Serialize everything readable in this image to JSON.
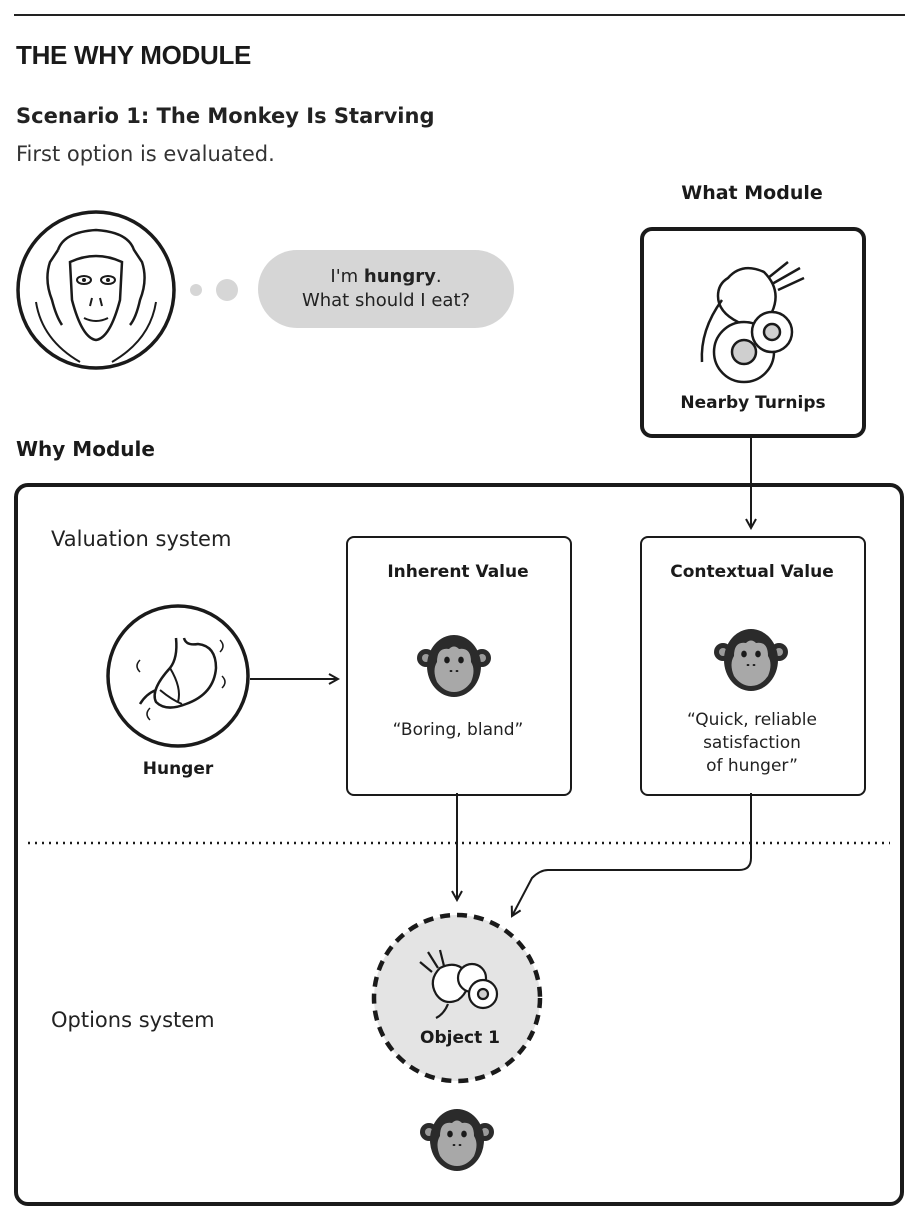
{
  "title": "THE WHY MODULE",
  "scenario": {
    "title": "Scenario 1: The Monkey Is Starving",
    "subtitle": "First option is evaluated."
  },
  "speech": {
    "prefix": "I'm ",
    "emphasis": "hungry",
    "suffix": ".",
    "line2": "What should I eat?"
  },
  "what_module": {
    "label": "What Module",
    "caption": "Nearby Turnips"
  },
  "why_module": {
    "label": "Why Module",
    "valuation_label": "Valuation system",
    "options_label": "Options system",
    "hunger_label": "Hunger",
    "inherent": {
      "title": "Inherent Value",
      "quote": "“Boring, bland”"
    },
    "contextual": {
      "title": "Contextual Value",
      "quote_lines": [
        "“Quick, reliable",
        "satisfaction",
        "of hunger”"
      ]
    },
    "object_label": "Object 1"
  },
  "icons": [
    "monkey-face-icon",
    "stomach-icon",
    "turnip-icon",
    "monkey-emoji-icon"
  ],
  "colors": {
    "ink": "#1a1a1a",
    "bubble": "#d6d6d6",
    "object_fill": "#e4e4e4"
  }
}
